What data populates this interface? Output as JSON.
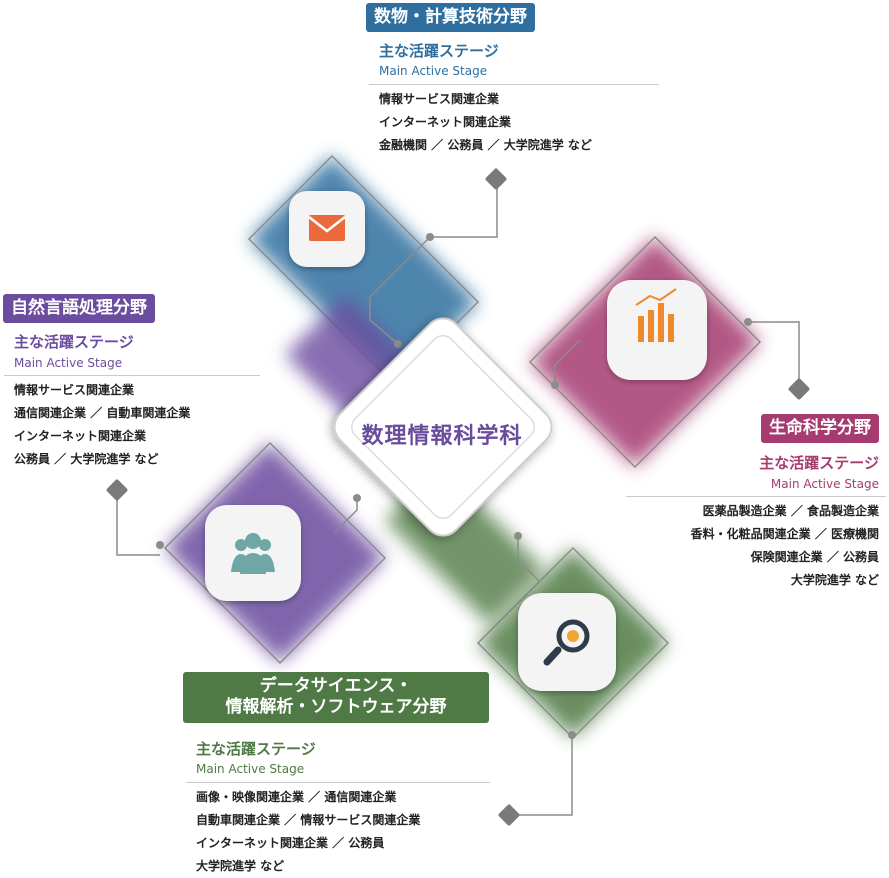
{
  "center": {
    "title": "数理情報科学科"
  },
  "fields": {
    "math": {
      "name": "数物・計算技術分野",
      "stage_title": "主な活躍ステージ",
      "stage_en": "Main Active Stage",
      "jobs": [
        "情報サービス関連企業",
        "インターネット関連企業",
        "金融機関 ／ 公務員 ／ 大学院進学 など"
      ],
      "color": "#2f6f9f",
      "icon": "mail-icon"
    },
    "nlp": {
      "name": "自然言語処理分野",
      "stage_title": "主な活躍ステージ",
      "stage_en": "Main Active Stage",
      "jobs": [
        "情報サービス関連企業",
        "通信関連企業 ／ 自動車関連企業",
        "インターネット関連企業",
        "公務員 ／ 大学院進学 など"
      ],
      "color": "#6b4c9f",
      "icon": "people-icon"
    },
    "life": {
      "name": "生命科学分野",
      "stage_title": "主な活躍ステージ",
      "stage_en": "Main Active Stage",
      "jobs": [
        "医薬品製造企業 ／ 食品製造企業",
        "香料・化粧品関連企業 ／ 医療機関",
        "保険関連企業 ／ 公務員",
        "大学院進学 など"
      ],
      "color": "#a63b6f",
      "icon": "bar-chart-icon"
    },
    "data": {
      "name_line1": "データサイエンス・",
      "name_line2": "情報解析・ソフトウェア分野",
      "stage_title": "主な活躍ステージ",
      "stage_en": "Main Active Stage",
      "jobs": [
        "画像・映像関連企業 ／ 通信関連企業",
        "自動車関連企業 ／ 情報サービス関連企業",
        "インターネット関連企業 ／ 公務員",
        "大学院進学 など"
      ],
      "color": "#4f7a45",
      "icon": "magnifier-icon"
    }
  }
}
